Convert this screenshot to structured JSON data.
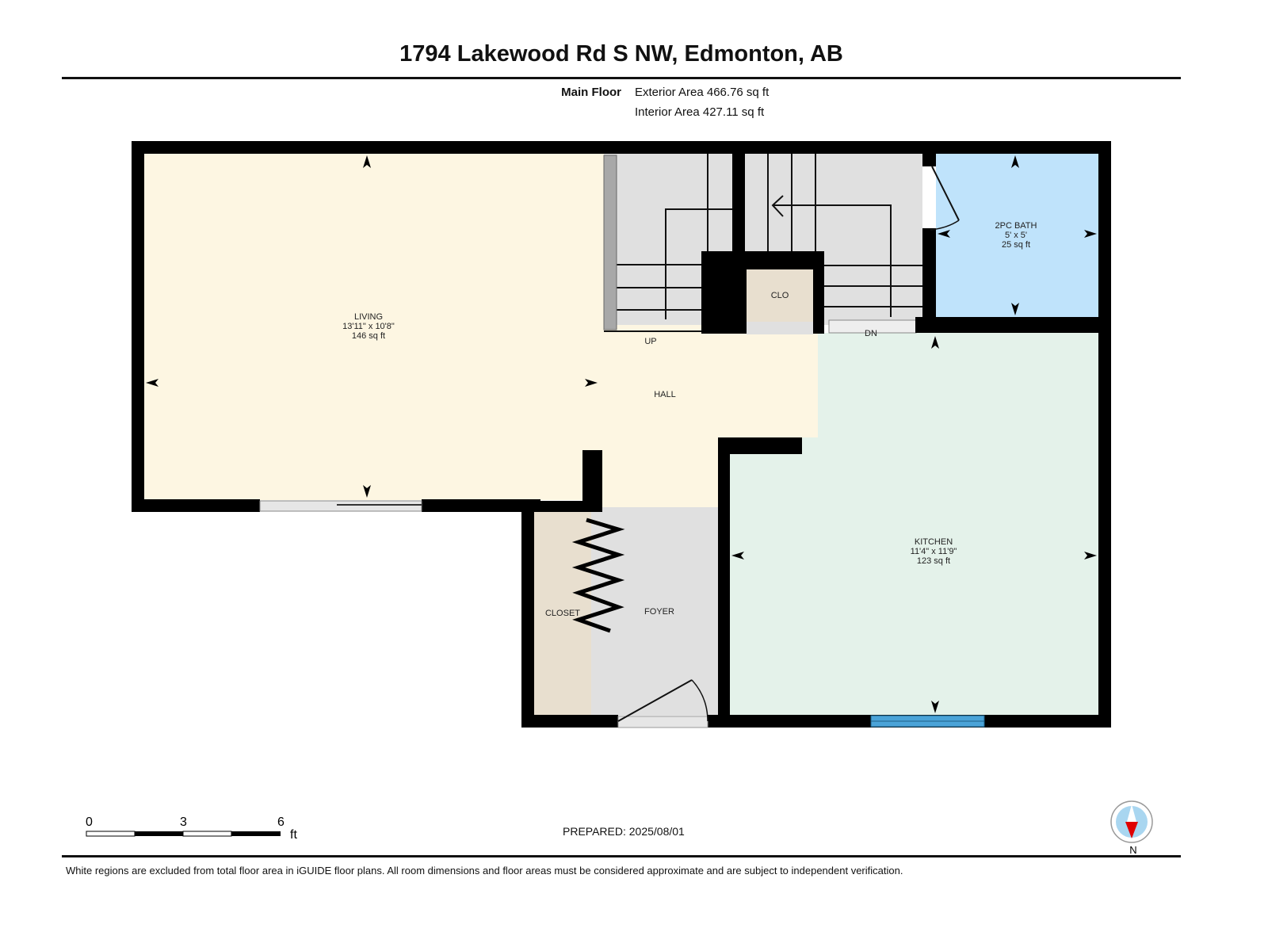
{
  "title": "1794 Lakewood Rd S NW, Edmonton, AB",
  "floor": {
    "name": "Main Floor",
    "exterior_area": "Exterior Area 466.76 sq ft",
    "interior_area": "Interior Area 427.11 sq ft"
  },
  "rooms": {
    "living": {
      "name": "LIVING",
      "dims": "13'11\" x 10'8\"",
      "area": "146 sq ft"
    },
    "bath": {
      "name": "2PC BATH",
      "dims": "5' x 5'",
      "area": "25 sq ft"
    },
    "kitchen": {
      "name": "KITCHEN",
      "dims": "11'4\" x 11'9\"",
      "area": "123 sq ft"
    },
    "hall": {
      "name": "HALL"
    },
    "clo": {
      "name": "CLO"
    },
    "closet": {
      "name": "CLOSET"
    },
    "foyer": {
      "name": "FOYER"
    },
    "stairs_up": "UP",
    "stairs_down": "DN"
  },
  "colors": {
    "living": "#fdf6e2",
    "kitchen": "#e4f2ea",
    "bath": "#bfe3fb",
    "closet": "#e8dfcf",
    "stairs": "#e0e0e0",
    "wall": "#000000",
    "window_blue": "#4aa3d8"
  },
  "scale": {
    "ticks": [
      "0",
      "3",
      "6"
    ],
    "unit": "ft"
  },
  "compass": {
    "label": "N"
  },
  "prepared": "PREPARED: 2025/08/01",
  "disclaimer": "White regions are excluded from total floor area in iGUIDE floor plans. All room dimensions and floor areas must be considered approximate and are subject to independent verification."
}
